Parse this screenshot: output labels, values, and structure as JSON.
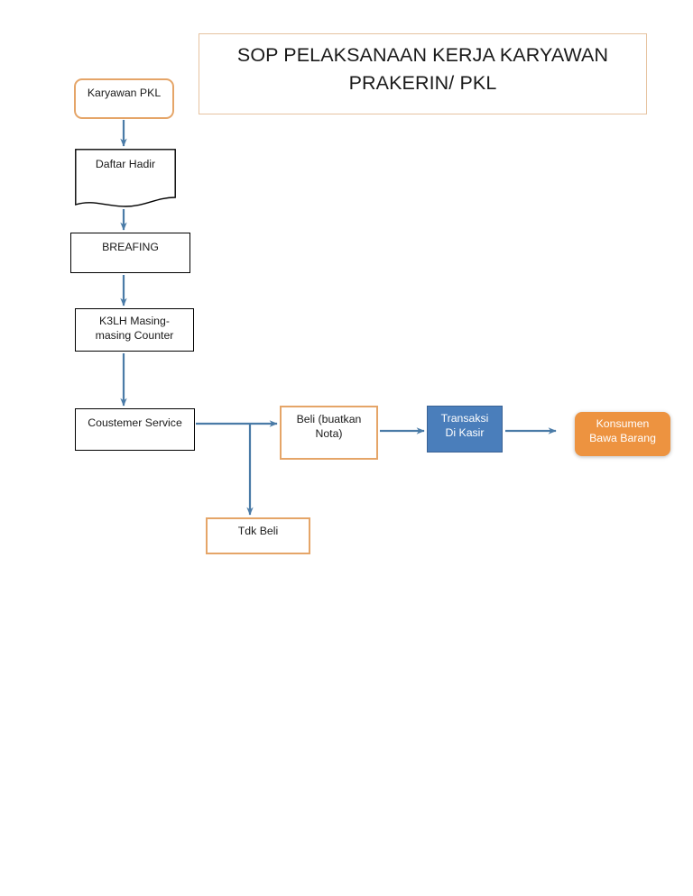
{
  "document": {
    "title_line_1": "SOP PELAKSANAAN KERJA KARYAWAN",
    "title_line_2": "PRAKERIN/ PKL"
  },
  "diagram": {
    "type": "flowchart",
    "orientation": "top-to-bottom then left-to-right",
    "nodes": [
      {
        "id": "karyawan",
        "label": "Karyawan PKL",
        "shape": "rounded-rectangle",
        "fill": "#ffffff",
        "border": "#e5a568",
        "text_color": "#1a1a1a"
      },
      {
        "id": "daftar",
        "label": "Daftar Hadir",
        "shape": "document",
        "fill": "#ffffff",
        "border": "#000000",
        "text_color": "#1a1a1a"
      },
      {
        "id": "breafing",
        "label": "BREAFING",
        "shape": "rectangle",
        "fill": "#ffffff",
        "border": "#000000",
        "text_color": "#1a1a1a"
      },
      {
        "id": "k3lh",
        "label_line_1": "K3LH Masing-",
        "label_line_2": "masing Counter",
        "shape": "rectangle",
        "fill": "#ffffff",
        "border": "#000000",
        "text_color": "#1a1a1a"
      },
      {
        "id": "coustemer",
        "label": "Coustemer Service",
        "shape": "rectangle",
        "fill": "#ffffff",
        "border": "#000000",
        "text_color": "#1a1a1a"
      },
      {
        "id": "beli",
        "label_line_1": "Beli (buatkan",
        "label_line_2": "Nota)",
        "shape": "rectangle",
        "fill": "#ffffff",
        "border": "#e5a568",
        "text_color": "#1a1a1a"
      },
      {
        "id": "tdkbeli",
        "label": "Tdk Beli",
        "shape": "rectangle",
        "fill": "#ffffff",
        "border": "#e5a568",
        "text_color": "#1a1a1a"
      },
      {
        "id": "transaksi",
        "label_line_1": "Transaksi",
        "label_line_2": "Di Kasir",
        "shape": "rectangle",
        "fill": "#4a7ebb",
        "border": "#3a6294",
        "text_color": "#ffffff"
      },
      {
        "id": "konsumen",
        "label_line_1": "Konsumen",
        "label_line_2": "Bawa Barang",
        "shape": "rounded-rectangle",
        "fill": "#ed9340",
        "border": "none",
        "text_color": "#ffffff"
      }
    ],
    "edges": [
      {
        "from": "karyawan",
        "to": "daftar",
        "style": "arrow-down"
      },
      {
        "from": "daftar",
        "to": "breafing",
        "style": "arrow-down"
      },
      {
        "from": "breafing",
        "to": "k3lh",
        "style": "arrow-down"
      },
      {
        "from": "k3lh",
        "to": "coustemer",
        "style": "arrow-down"
      },
      {
        "from": "coustemer",
        "to": "beli",
        "style": "arrow-right"
      },
      {
        "from": "coustemer",
        "to": "tdkbeli",
        "style": "arrow-branch-down"
      },
      {
        "from": "beli",
        "to": "transaksi",
        "style": "arrow-right"
      },
      {
        "from": "transaksi",
        "to": "konsumen",
        "style": "arrow-right"
      }
    ],
    "connector_color": "#4a7ba7"
  }
}
